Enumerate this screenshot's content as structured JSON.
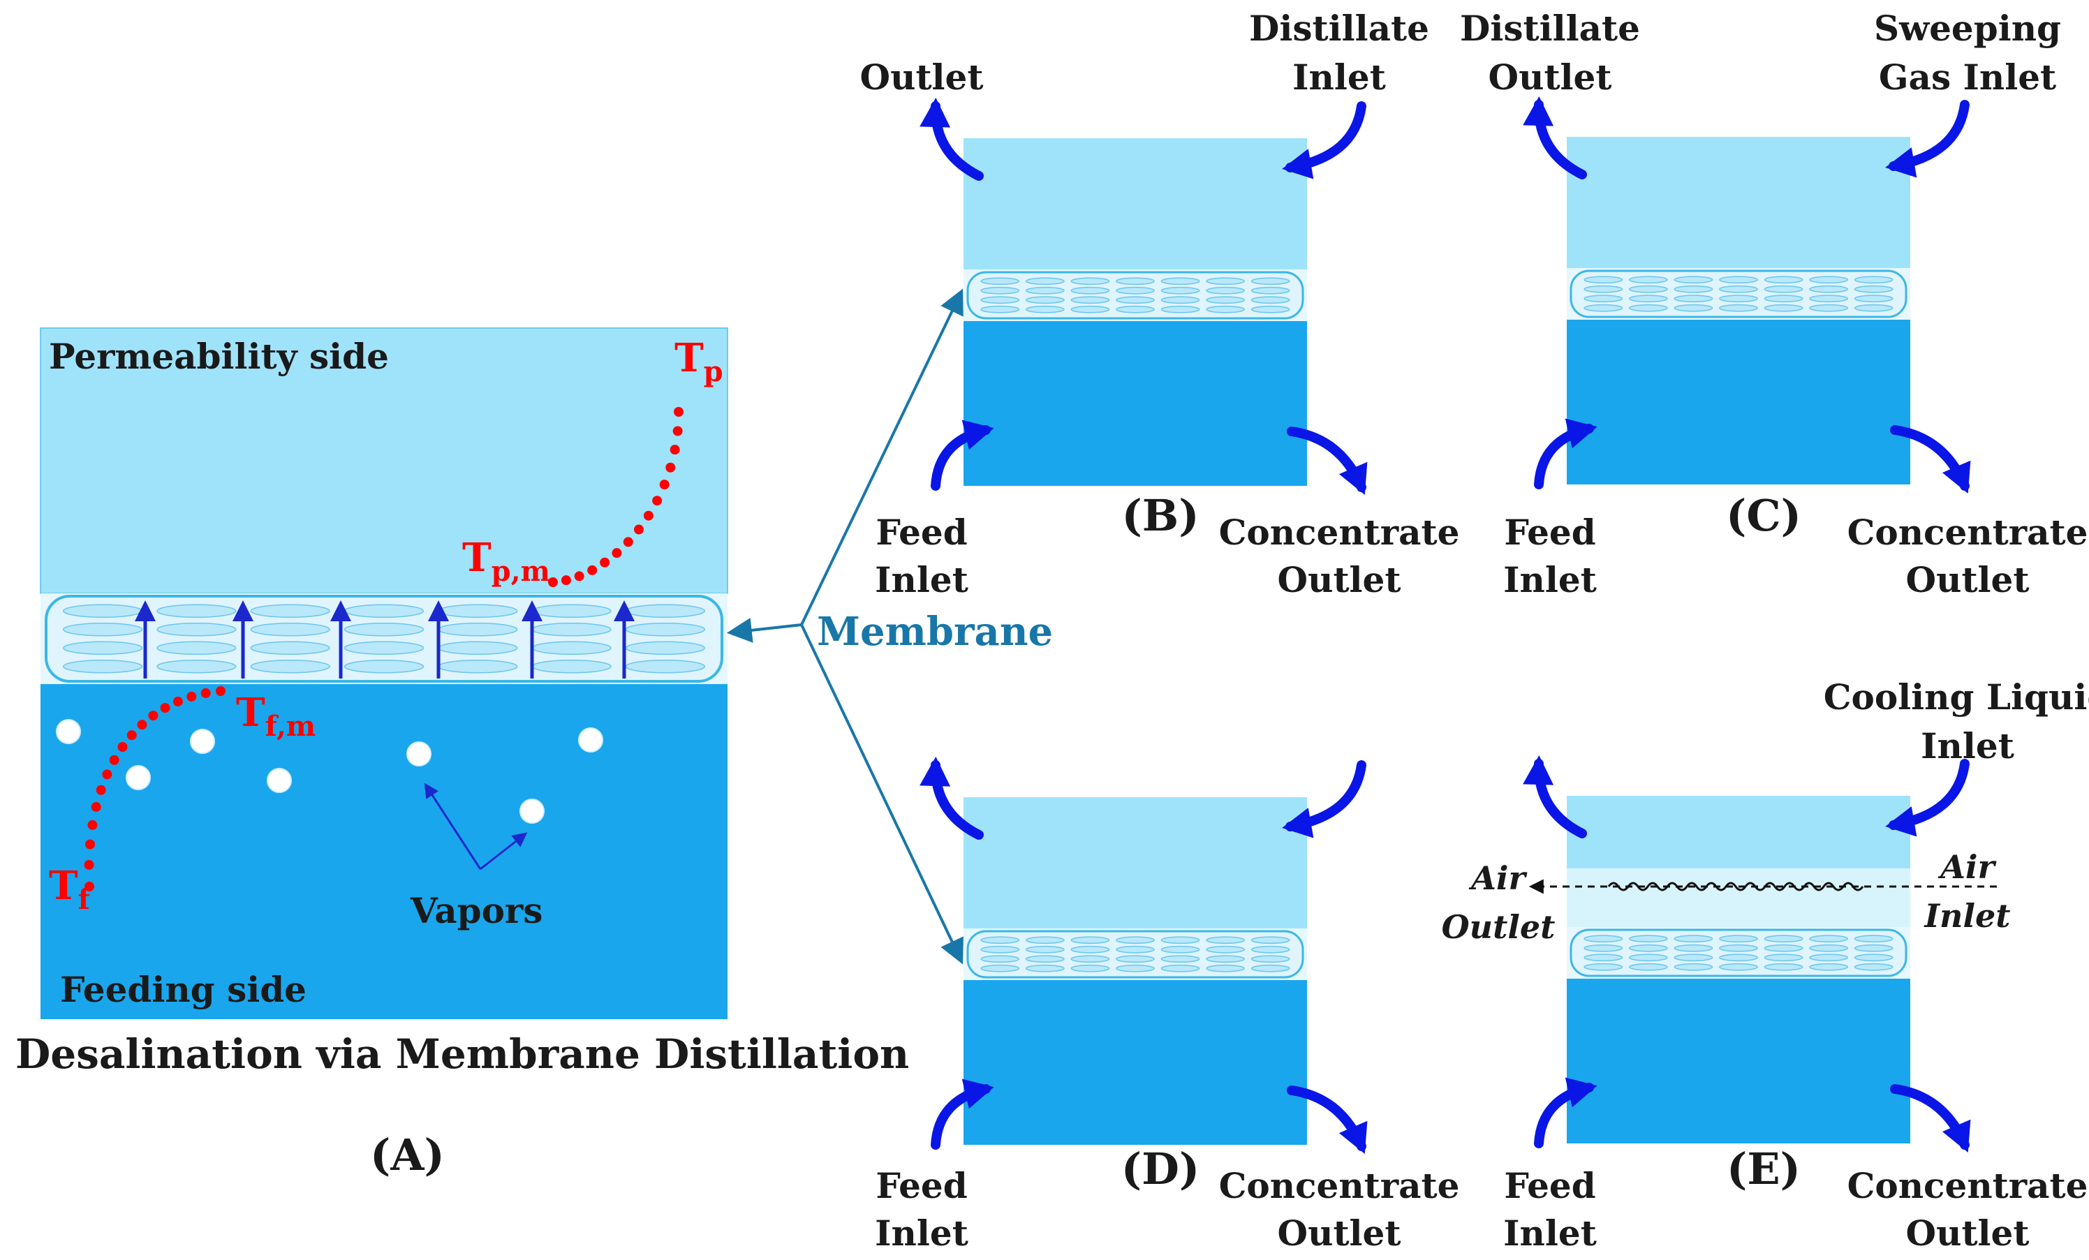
{
  "colors": {
    "permeate": "#9fe3fb",
    "feed": "#1aa6ec",
    "membrane_fill": "#e6f7fd",
    "membrane_edge": "#3bb7e6",
    "arrow": "#0a16e6",
    "temperature": "#ff0000",
    "membrane_pointer": "#1877a8",
    "air_gap": "#d7f4fc"
  },
  "panel_a": {
    "tag": "(A)",
    "title": "Desalination via Membrane Distillation",
    "permeate_label": "Permeability side",
    "feed_label": "Feeding side",
    "vapors_label": "Vapors",
    "temps": {
      "tp": {
        "main": "T",
        "sub": "p"
      },
      "tpm": {
        "main": "T",
        "sub": "p,m"
      },
      "tfm": {
        "main": "T",
        "sub": "f,m"
      },
      "tf": {
        "main": "T",
        "sub": "f"
      }
    }
  },
  "membrane_label": "Membrane",
  "panel_b": {
    "tag": "(B)",
    "top_left": [
      "Outlet"
    ],
    "top_right": [
      "Distillate",
      "Inlet"
    ],
    "bottom_left": [
      "Feed",
      "Inlet"
    ],
    "bottom_right": [
      "Concentrate",
      "Outlet"
    ]
  },
  "panel_c": {
    "tag": "(C)",
    "top_left": [
      "Distillate",
      "Outlet"
    ],
    "top_right": [
      "Sweeping",
      "Gas Inlet"
    ],
    "bottom_left": [
      "Feed",
      "Inlet"
    ],
    "bottom_right": [
      "Concentrate",
      "Outlet"
    ]
  },
  "panel_d": {
    "tag": "(D)",
    "bottom_left": [
      "Feed",
      "Inlet"
    ],
    "bottom_right": [
      "Concentrate",
      "Outlet"
    ]
  },
  "panel_e": {
    "tag": "(E)",
    "top_right": [
      "Cooling Liquid",
      "Inlet"
    ],
    "air_inlet": [
      "Air",
      "Inlet"
    ],
    "air_outlet": [
      "Air",
      "Outlet"
    ],
    "bottom_left": [
      "Feed",
      "Inlet"
    ],
    "bottom_right": [
      "Concentrate",
      "Outlet"
    ]
  }
}
